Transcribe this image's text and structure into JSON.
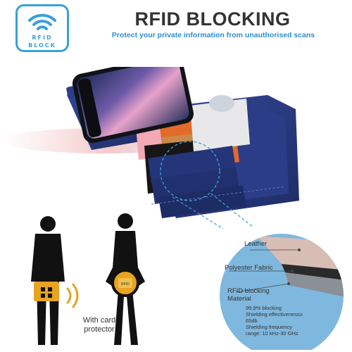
{
  "badge": {
    "line1": "RFID",
    "line2": "BLOCK"
  },
  "header": {
    "title": "RFID BLOCKING",
    "subtitle": "Protect your private information from unauthorised scans"
  },
  "people": {
    "caption_line1": "With card",
    "caption_line2": "protector",
    "card_label": "RFID"
  },
  "materials": {
    "leather": "Leather",
    "polyester": "Polyester Fabric",
    "rfid_line1": "RFID blocking",
    "rfid_line2": "Material",
    "specs": [
      "99.9% blocking",
      "Shielding effectiveness≥",
      "65db",
      "Shielding frequency",
      "range: 10 kHz-30 GHz"
    ]
  },
  "colors": {
    "accent": "#3aa0d8",
    "wallet": "#2a3a7c",
    "circle": "#7fb8de",
    "title": "#333333"
  }
}
